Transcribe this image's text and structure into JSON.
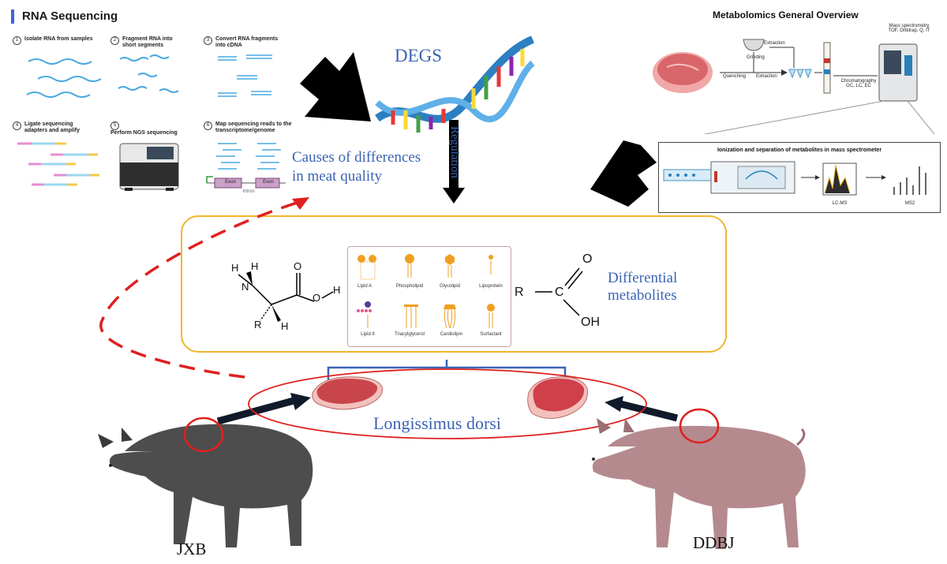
{
  "rna": {
    "title": "RNA Sequencing",
    "steps": [
      {
        "num": "1",
        "text": "Isolate RNA from samples"
      },
      {
        "num": "2",
        "text": "Fragment RNA into short segments"
      },
      {
        "num": "3",
        "text": "Convert RNA fragments into cDNA"
      },
      {
        "num": "4",
        "text": "Ligate sequencing adapters and amplify"
      },
      {
        "num": "5",
        "text": "Perform NGS sequencing"
      },
      {
        "num": "6",
        "text": "Map sequencing reads to the transcriptome/genome"
      }
    ],
    "exon1": "Exon",
    "exon2": "Exon",
    "intron": "Intron"
  },
  "degs": "DEGS",
  "regulation": "Regulation",
  "causes": {
    "line1": "Causes of differences",
    "line2": "in meat quality"
  },
  "metabolomics": {
    "title": "Metabolomics General Overview",
    "extraction_top": "Extraction",
    "grinding": "Grinding",
    "quenching": "Quenching",
    "extraction_bottom": "Extraction",
    "chromatography": "Chromatography",
    "chromatography_types": "GC, LC, EC",
    "ms_title": "Mass spectrometry",
    "ms_types": "TOF, Orbitrap, Q, IT",
    "ion_title": "Ionization and separation of metabolites in mass spectrometer",
    "lcms": "LC-MS",
    "ms2": "MS2"
  },
  "lipids": [
    "Lipid A",
    "Phospholipid",
    "Glycolipid",
    "Lipoprotein",
    "Lipid II",
    "Triacylglycerol",
    "Cardiolipin",
    "Surfactant"
  ],
  "amino": {
    "h1": "H",
    "h2": "H",
    "n": "N",
    "o_top": "O",
    "oh_h": "H",
    "o_mid": "O",
    "r": "R",
    "h_bottom": "H"
  },
  "acid": {
    "r": "R",
    "c": "C",
    "o": "O",
    "oh": "OH"
  },
  "differential": {
    "line1": "Differential",
    "line2": "metabolites"
  },
  "longissimus": "Longissimus dorsi",
  "pigs": {
    "left": "JXB",
    "right": "DDBJ"
  },
  "colors": {
    "accent_blue": "#3c64b4",
    "box_orange": "#f2b62c",
    "dashed_red": "#e02020",
    "ellipse_red": "#e02020"
  }
}
